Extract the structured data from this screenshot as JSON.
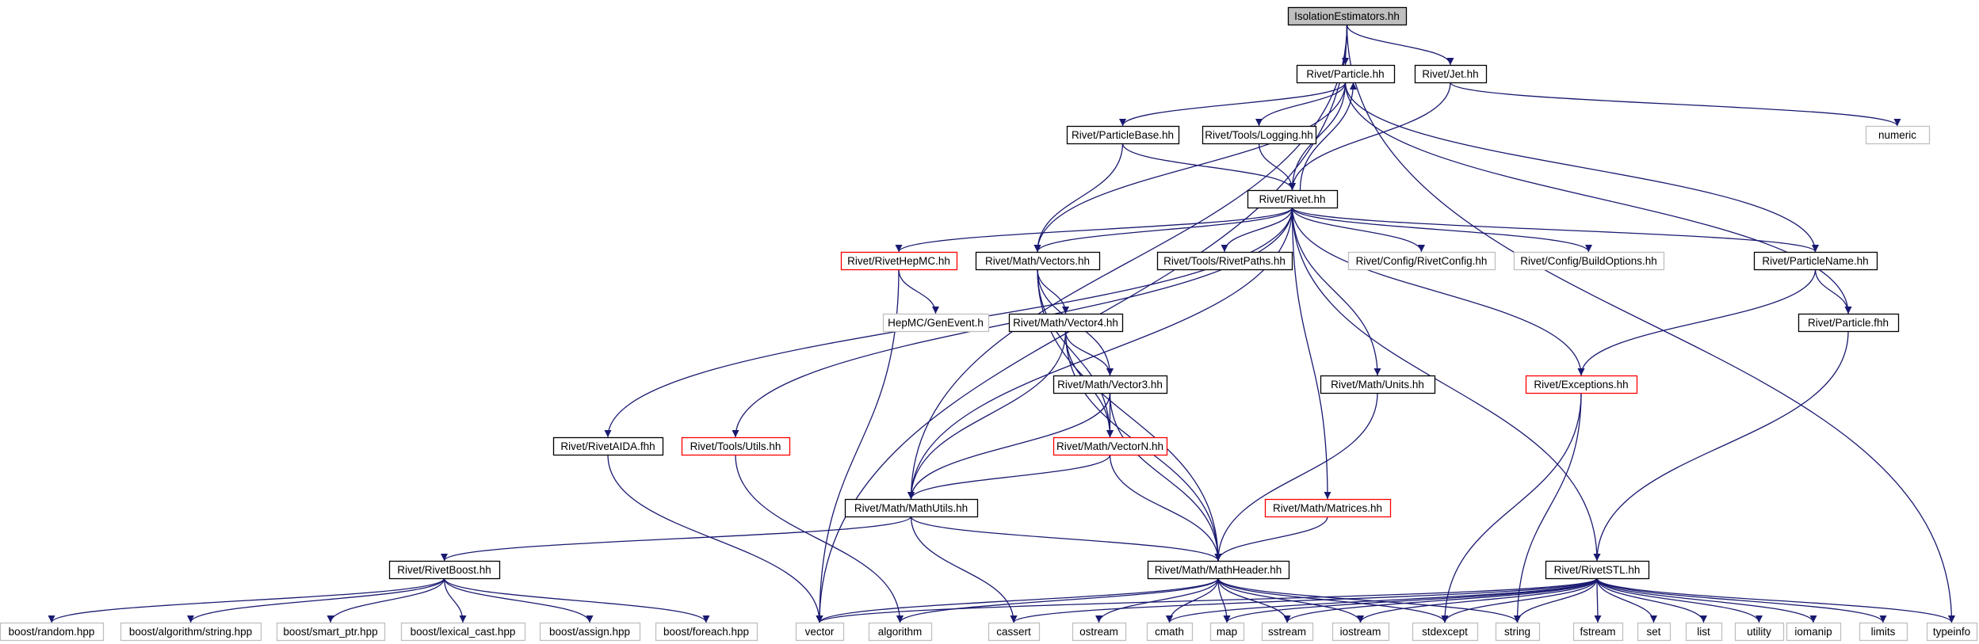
{
  "nodes": [
    {
      "id": "root",
      "label": "IsolationEstimators.hh",
      "style": "root"
    },
    {
      "id": "particle_hh",
      "label": "Rivet/Particle.hh",
      "style": "normal"
    },
    {
      "id": "jet_hh",
      "label": "Rivet/Jet.hh",
      "style": "normal"
    },
    {
      "id": "particlebase_hh",
      "label": "Rivet/ParticleBase.hh",
      "style": "normal"
    },
    {
      "id": "logging_hh",
      "label": "Rivet/Tools/Logging.hh",
      "style": "normal"
    },
    {
      "id": "numeric",
      "label": "numeric",
      "style": "external"
    },
    {
      "id": "rivet_hh",
      "label": "Rivet/Rivet.hh",
      "style": "normal"
    },
    {
      "id": "rivethepmc_hh",
      "label": "Rivet/RivetHepMC.hh",
      "style": "incomplete"
    },
    {
      "id": "vectors_hh",
      "label": "Rivet/Math/Vectors.hh",
      "style": "normal"
    },
    {
      "id": "rivetpaths_hh",
      "label": "Rivet/Tools/RivetPaths.hh",
      "style": "normal"
    },
    {
      "id": "rivetconfig_hh",
      "label": "Rivet/Config/RivetConfig.hh",
      "style": "external"
    },
    {
      "id": "buildoptions_hh",
      "label": "Rivet/Config/BuildOptions.hh",
      "style": "external"
    },
    {
      "id": "particlename_hh",
      "label": "Rivet/ParticleName.hh",
      "style": "normal"
    },
    {
      "id": "genevent_h",
      "label": "HepMC/GenEvent.h",
      "style": "external"
    },
    {
      "id": "vector4_hh",
      "label": "Rivet/Math/Vector4.hh",
      "style": "normal"
    },
    {
      "id": "particle_fhh",
      "label": "Rivet/Particle.fhh",
      "style": "normal"
    },
    {
      "id": "vector3_hh",
      "label": "Rivet/Math/Vector3.hh",
      "style": "normal"
    },
    {
      "id": "units_hh",
      "label": "Rivet/Math/Units.hh",
      "style": "normal"
    },
    {
      "id": "exceptions_hh",
      "label": "Rivet/Exceptions.hh",
      "style": "incomplete"
    },
    {
      "id": "rivetaida_fhh",
      "label": "Rivet/RivetAIDA.fhh",
      "style": "normal"
    },
    {
      "id": "utils_hh",
      "label": "Rivet/Tools/Utils.hh",
      "style": "incomplete"
    },
    {
      "id": "vectorn_hh",
      "label": "Rivet/Math/VectorN.hh",
      "style": "incomplete"
    },
    {
      "id": "mathutils_hh",
      "label": "Rivet/Math/MathUtils.hh",
      "style": "normal"
    },
    {
      "id": "matrices_hh",
      "label": "Rivet/Math/Matrices.hh",
      "style": "incomplete"
    },
    {
      "id": "rivetboost_hh",
      "label": "Rivet/RivetBoost.hh",
      "style": "normal"
    },
    {
      "id": "mathheader_hh",
      "label": "Rivet/Math/MathHeader.hh",
      "style": "normal"
    },
    {
      "id": "rivetstl_hh",
      "label": "Rivet/RivetSTL.hh",
      "style": "normal"
    },
    {
      "id": "boost_random",
      "label": "boost/random.hpp",
      "style": "external"
    },
    {
      "id": "boost_algo_string",
      "label": "boost/algorithm/string.hpp",
      "style": "external"
    },
    {
      "id": "boost_smart_ptr",
      "label": "boost/smart_ptr.hpp",
      "style": "external"
    },
    {
      "id": "boost_lexical_cast",
      "label": "boost/lexical_cast.hpp",
      "style": "external"
    },
    {
      "id": "boost_assign",
      "label": "boost/assign.hpp",
      "style": "external"
    },
    {
      "id": "boost_foreach",
      "label": "boost/foreach.hpp",
      "style": "external"
    },
    {
      "id": "vector",
      "label": "vector",
      "style": "external"
    },
    {
      "id": "algorithm",
      "label": "algorithm",
      "style": "external"
    },
    {
      "id": "cassert",
      "label": "cassert",
      "style": "external"
    },
    {
      "id": "ostream",
      "label": "ostream",
      "style": "external"
    },
    {
      "id": "cmath",
      "label": "cmath",
      "style": "external"
    },
    {
      "id": "map",
      "label": "map",
      "style": "external"
    },
    {
      "id": "sstream",
      "label": "sstream",
      "style": "external"
    },
    {
      "id": "iostream",
      "label": "iostream",
      "style": "external"
    },
    {
      "id": "stdexcept",
      "label": "stdexcept",
      "style": "external"
    },
    {
      "id": "string",
      "label": "string",
      "style": "external"
    },
    {
      "id": "fstream",
      "label": "fstream",
      "style": "external"
    },
    {
      "id": "set",
      "label": "set",
      "style": "external"
    },
    {
      "id": "list",
      "label": "list",
      "style": "external"
    },
    {
      "id": "utility",
      "label": "utility",
      "style": "external"
    },
    {
      "id": "iomanip",
      "label": "iomanip",
      "style": "external"
    },
    {
      "id": "limits",
      "label": "limits",
      "style": "external"
    },
    {
      "id": "typeinfo",
      "label": "typeinfo",
      "style": "external"
    }
  ],
  "edges": [
    [
      "root",
      "particle_hh"
    ],
    [
      "root",
      "jet_hh"
    ],
    [
      "root",
      "mathutils_hh"
    ],
    [
      "root",
      "vector"
    ],
    [
      "root",
      "typeinfo"
    ],
    [
      "particle_hh",
      "particlebase_hh"
    ],
    [
      "particle_hh",
      "logging_hh"
    ],
    [
      "particle_hh",
      "rivet_hh"
    ],
    [
      "particle_hh",
      "vectors_hh"
    ],
    [
      "particle_hh",
      "particlename_hh"
    ],
    [
      "particle_hh",
      "particle_fhh"
    ],
    [
      "jet_hh",
      "rivet_hh"
    ],
    [
      "jet_hh",
      "numeric"
    ],
    [
      "particlebase_hh",
      "rivet_hh"
    ],
    [
      "particlebase_hh",
      "vectors_hh"
    ],
    [
      "logging_hh",
      "rivet_hh"
    ],
    [
      "rivet_hh",
      "particle_hh"
    ],
    [
      "rivet_hh",
      "rivethepmc_hh"
    ],
    [
      "rivet_hh",
      "vectors_hh"
    ],
    [
      "rivet_hh",
      "rivetpaths_hh"
    ],
    [
      "rivet_hh",
      "rivetconfig_hh"
    ],
    [
      "rivet_hh",
      "buildoptions_hh"
    ],
    [
      "rivet_hh",
      "particlename_hh"
    ],
    [
      "rivet_hh",
      "exceptions_hh"
    ],
    [
      "rivet_hh",
      "units_hh"
    ],
    [
      "rivet_hh",
      "matrices_hh"
    ],
    [
      "rivet_hh",
      "utils_hh"
    ],
    [
      "rivet_hh",
      "rivetaida_fhh"
    ],
    [
      "rivet_hh",
      "mathutils_hh"
    ],
    [
      "rivet_hh",
      "rivetstl_hh"
    ],
    [
      "rivethepmc_hh",
      "genevent_h"
    ],
    [
      "rivethepmc_hh",
      "vector"
    ],
    [
      "vectors_hh",
      "vector4_hh"
    ],
    [
      "vectors_hh",
      "vector3_hh"
    ],
    [
      "vectors_hh",
      "vectorn_hh"
    ],
    [
      "vectors_hh",
      "mathheader_hh"
    ],
    [
      "vector4_hh",
      "vector3_hh"
    ],
    [
      "vector4_hh",
      "vectorn_hh"
    ],
    [
      "vector4_hh",
      "mathutils_hh"
    ],
    [
      "vector4_hh",
      "mathheader_hh"
    ],
    [
      "vector3_hh",
      "vectorn_hh"
    ],
    [
      "vector3_hh",
      "mathutils_hh"
    ],
    [
      "vector3_hh",
      "mathheader_hh"
    ],
    [
      "vectorn_hh",
      "mathutils_hh"
    ],
    [
      "vectorn_hh",
      "mathheader_hh"
    ],
    [
      "particlename_hh",
      "particle_fhh"
    ],
    [
      "particlename_hh",
      "exceptions_hh"
    ],
    [
      "particle_fhh",
      "rivetstl_hh"
    ],
    [
      "units_hh",
      "mathheader_hh"
    ],
    [
      "exceptions_hh",
      "stdexcept"
    ],
    [
      "exceptions_hh",
      "string"
    ],
    [
      "rivetaida_fhh",
      "vector"
    ],
    [
      "utils_hh",
      "algorithm"
    ],
    [
      "matrices_hh",
      "mathheader_hh"
    ],
    [
      "mathutils_hh",
      "rivetboost_hh"
    ],
    [
      "mathutils_hh",
      "mathheader_hh"
    ],
    [
      "mathutils_hh",
      "cassert"
    ],
    [
      "rivetboost_hh",
      "boost_random"
    ],
    [
      "rivetboost_hh",
      "boost_algo_string"
    ],
    [
      "rivetboost_hh",
      "boost_smart_ptr"
    ],
    [
      "rivetboost_hh",
      "boost_lexical_cast"
    ],
    [
      "rivetboost_hh",
      "boost_assign"
    ],
    [
      "rivetboost_hh",
      "boost_foreach"
    ],
    [
      "mathheader_hh",
      "vector"
    ],
    [
      "mathheader_hh",
      "algorithm"
    ],
    [
      "mathheader_hh",
      "ostream"
    ],
    [
      "mathheader_hh",
      "cmath"
    ],
    [
      "mathheader_hh",
      "map"
    ],
    [
      "mathheader_hh",
      "sstream"
    ],
    [
      "mathheader_hh",
      "iostream"
    ],
    [
      "mathheader_hh",
      "stdexcept"
    ],
    [
      "mathheader_hh",
      "string"
    ],
    [
      "rivetstl_hh",
      "vector"
    ],
    [
      "rivetstl_hh",
      "cassert"
    ],
    [
      "rivetstl_hh",
      "cmath"
    ],
    [
      "rivetstl_hh",
      "map"
    ],
    [
      "rivetstl_hh",
      "sstream"
    ],
    [
      "rivetstl_hh",
      "iostream"
    ],
    [
      "rivetstl_hh",
      "stdexcept"
    ],
    [
      "rivetstl_hh",
      "string"
    ],
    [
      "rivetstl_hh",
      "fstream"
    ],
    [
      "rivetstl_hh",
      "set"
    ],
    [
      "rivetstl_hh",
      "list"
    ],
    [
      "rivetstl_hh",
      "utility"
    ],
    [
      "rivetstl_hh",
      "iomanip"
    ],
    [
      "rivetstl_hh",
      "limits"
    ],
    [
      "rivetstl_hh",
      "typeinfo"
    ]
  ],
  "colors": {
    "edge": "#191970",
    "normal_border": "#000000",
    "incomplete_border": "#ff0000",
    "external_border": "#bfbfbf",
    "root_fill": "#bfbfbf",
    "node_fill": "#ffffff"
  }
}
